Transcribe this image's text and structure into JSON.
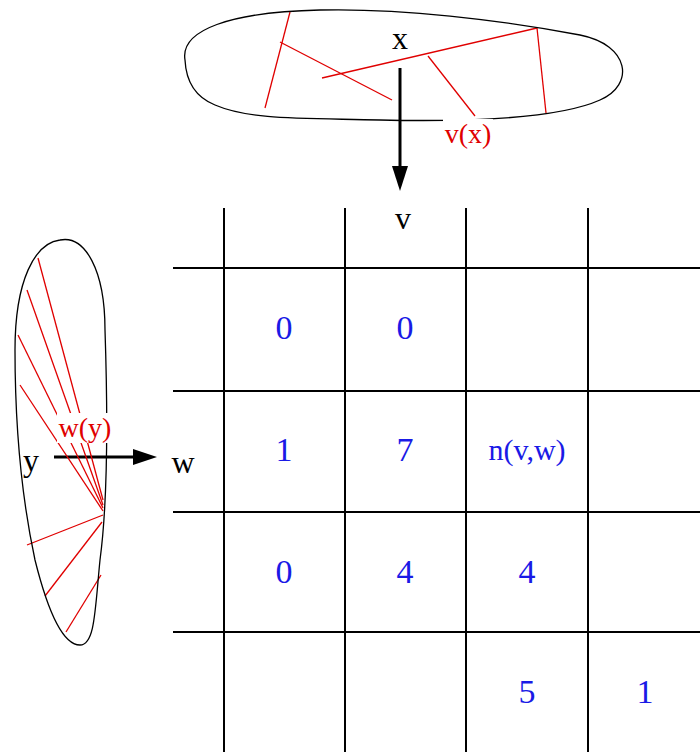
{
  "diagram": {
    "nodes": [
      {
        "text": [
          "x"
        ]
      },
      {
        "text": [
          "y"
        ]
      }
    ],
    "labels": [
      "v(x)",
      "v",
      "w(y)",
      "w",
      "0",
      "0",
      "1",
      "7",
      "n(v,w)",
      "0",
      "4",
      "4",
      "5",
      "1"
    ]
  }
}
